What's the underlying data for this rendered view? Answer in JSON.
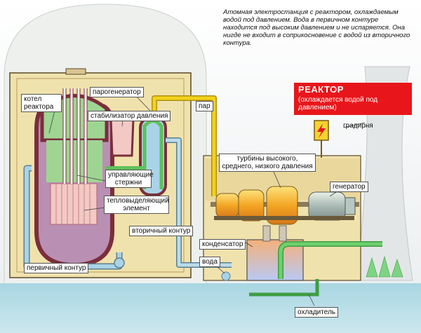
{
  "caption": "Атомная электростанция с реактором, охлаждаемым водой под давлением. Вода в первичном контуре находится под высоким давлением и не испаряется. Она нигде не входит в соприкосновение с водой из вторичного контура.",
  "reactor_type": {
    "title": "РЕАКТОР",
    "subtitle": "(охлаждается водой под давлением)"
  },
  "labels": {
    "boiler": "котел реактора",
    "steam_generator": "парогенератор",
    "pressurizer": "стабилизатор давления",
    "steam": "пар",
    "control_rods": "управляющие стержни",
    "fuel": "тепловыделяющий элемент",
    "secondary_loop": "вторичный контур",
    "primary_loop": "первичный контур",
    "turbines": "турбины высокого, среднего, низкого давления",
    "generator": "генератор",
    "cooling_tower": "градирня",
    "condenser": "конденсатор",
    "water": "вода",
    "coolant": "охладитель"
  },
  "colors": {
    "primary_loop": "#a9d3e6",
    "steam": "#f2d21b",
    "hot_water": "#5fc15a",
    "containment": "#f2e6b4",
    "reactor_badge": "#e8161b"
  },
  "icons": {
    "danger_sign": "lightning-bolt-icon"
  }
}
